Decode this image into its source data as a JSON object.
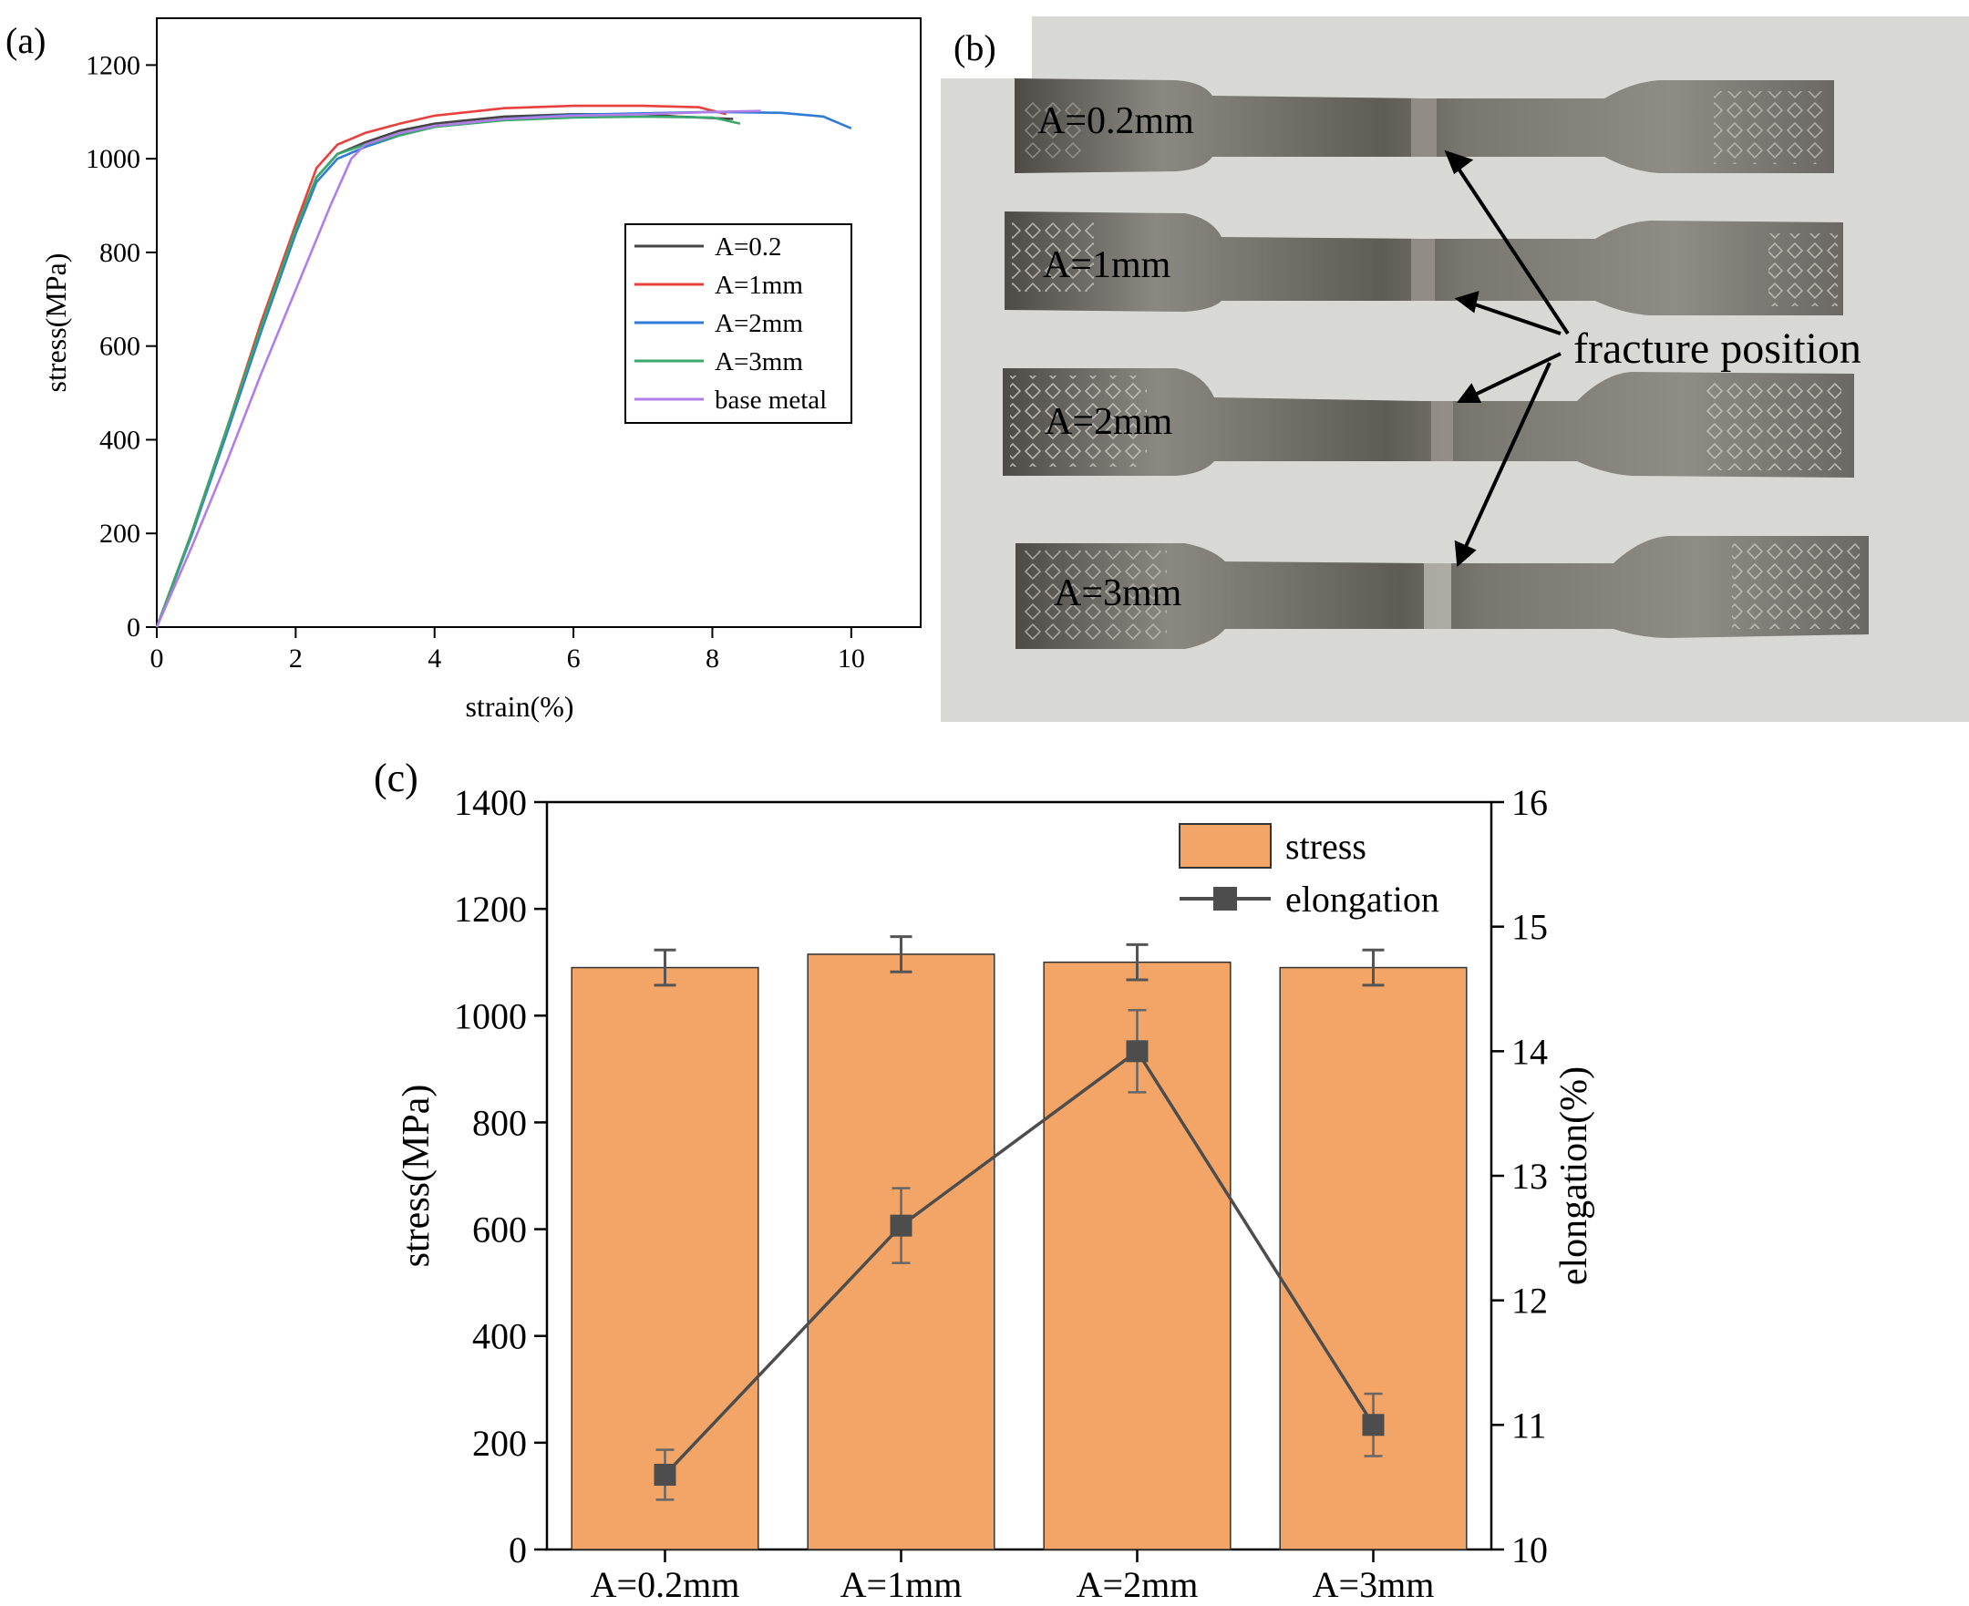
{
  "panels": {
    "a": {
      "label": "(a)"
    },
    "b": {
      "label": "(b)",
      "specimens": [
        "A=0.2mm",
        "A=1mm",
        "A=2mm",
        "A=3mm"
      ],
      "annotation": "fracture position"
    },
    "c": {
      "label": "(c)"
    }
  },
  "colors": {
    "bar_fill": "#f2a566",
    "bar_stroke": "#333333",
    "line": "#4d4d4d",
    "photo_background": "#d8d9d4",
    "specimen_metal": "#6b6863"
  },
  "chart_data": [
    {
      "panel": "a",
      "type": "line",
      "xlabel": "strain(%)",
      "ylabel": "stress(MPa)",
      "xlim": [
        0,
        11
      ],
      "ylim": [
        0,
        1300
      ],
      "xticks": [
        0,
        2,
        4,
        6,
        8,
        10
      ],
      "yticks": [
        0,
        200,
        400,
        600,
        800,
        1000,
        1200
      ],
      "grid": false,
      "legend_position": "right",
      "series": [
        {
          "name": "A=0.2",
          "color": "#444444",
          "x": [
            0,
            0.5,
            1.0,
            1.5,
            2.0,
            2.3,
            2.6,
            3.0,
            3.5,
            4.0,
            5.0,
            6.0,
            7.0,
            7.5,
            8.3
          ],
          "y": [
            0,
            200,
            420,
            640,
            850,
            960,
            1010,
            1035,
            1060,
            1075,
            1090,
            1095,
            1095,
            1090,
            1085
          ]
        },
        {
          "name": "A=1mm",
          "color": "#e8403c",
          "x": [
            0,
            0.5,
            1.0,
            1.5,
            2.0,
            2.3,
            2.6,
            3.0,
            3.5,
            4.0,
            5.0,
            6.0,
            7.0,
            7.8,
            8.2
          ],
          "y": [
            0,
            200,
            420,
            650,
            860,
            980,
            1030,
            1055,
            1075,
            1092,
            1108,
            1113,
            1113,
            1110,
            1095
          ]
        },
        {
          "name": "A=2mm",
          "color": "#2f7bd6",
          "x": [
            0,
            0.5,
            1.0,
            1.5,
            2.0,
            2.3,
            2.6,
            3.0,
            3.5,
            4.0,
            5.0,
            6.0,
            7.0,
            8.0,
            9.0,
            9.6,
            10.0
          ],
          "y": [
            0,
            195,
            410,
            630,
            840,
            950,
            1000,
            1025,
            1050,
            1068,
            1085,
            1094,
            1097,
            1100,
            1098,
            1090,
            1065
          ]
        },
        {
          "name": "A=3mm",
          "color": "#3aa86b",
          "x": [
            0,
            0.5,
            1.0,
            1.5,
            2.0,
            2.3,
            2.6,
            3.0,
            3.5,
            4.0,
            5.0,
            6.0,
            7.0,
            8.0,
            8.4
          ],
          "y": [
            0,
            200,
            420,
            640,
            850,
            960,
            1010,
            1030,
            1050,
            1068,
            1082,
            1088,
            1090,
            1088,
            1075
          ]
        },
        {
          "name": "base metal",
          "color": "#b07ee8",
          "x": [
            0,
            0.5,
            1.0,
            1.5,
            2.0,
            2.5,
            2.8,
            3.0,
            3.5,
            4.0,
            5.0,
            6.0,
            7.0,
            8.0,
            8.7
          ],
          "y": [
            0,
            170,
            350,
            540,
            720,
            900,
            1000,
            1030,
            1055,
            1070,
            1085,
            1092,
            1095,
            1100,
            1102
          ]
        }
      ]
    },
    {
      "panel": "c",
      "type": "bar",
      "categories": [
        "A=0.2mm",
        "A=1mm",
        "A=2mm",
        "A=3mm"
      ],
      "ylabel": "stress(MPa)",
      "y2label": "elongation(%)",
      "ylim": [
        0,
        1400
      ],
      "y2lim": [
        10,
        16
      ],
      "yticks": [
        0,
        200,
        400,
        600,
        800,
        1000,
        1200,
        1400
      ],
      "y2ticks": [
        10,
        11,
        12,
        13,
        14,
        15,
        16
      ],
      "grid": false,
      "legend_position": "top-right",
      "series": [
        {
          "name": "stress",
          "kind": "bar",
          "axis": "left",
          "values": [
            1090,
            1115,
            1100,
            1090
          ],
          "errors": [
            33,
            33,
            33,
            33
          ]
        },
        {
          "name": "elongation",
          "kind": "line",
          "axis": "right",
          "values": [
            10.6,
            12.6,
            14.0,
            11.0
          ],
          "errors": [
            0.2,
            0.3,
            0.33,
            0.25
          ]
        }
      ]
    }
  ]
}
